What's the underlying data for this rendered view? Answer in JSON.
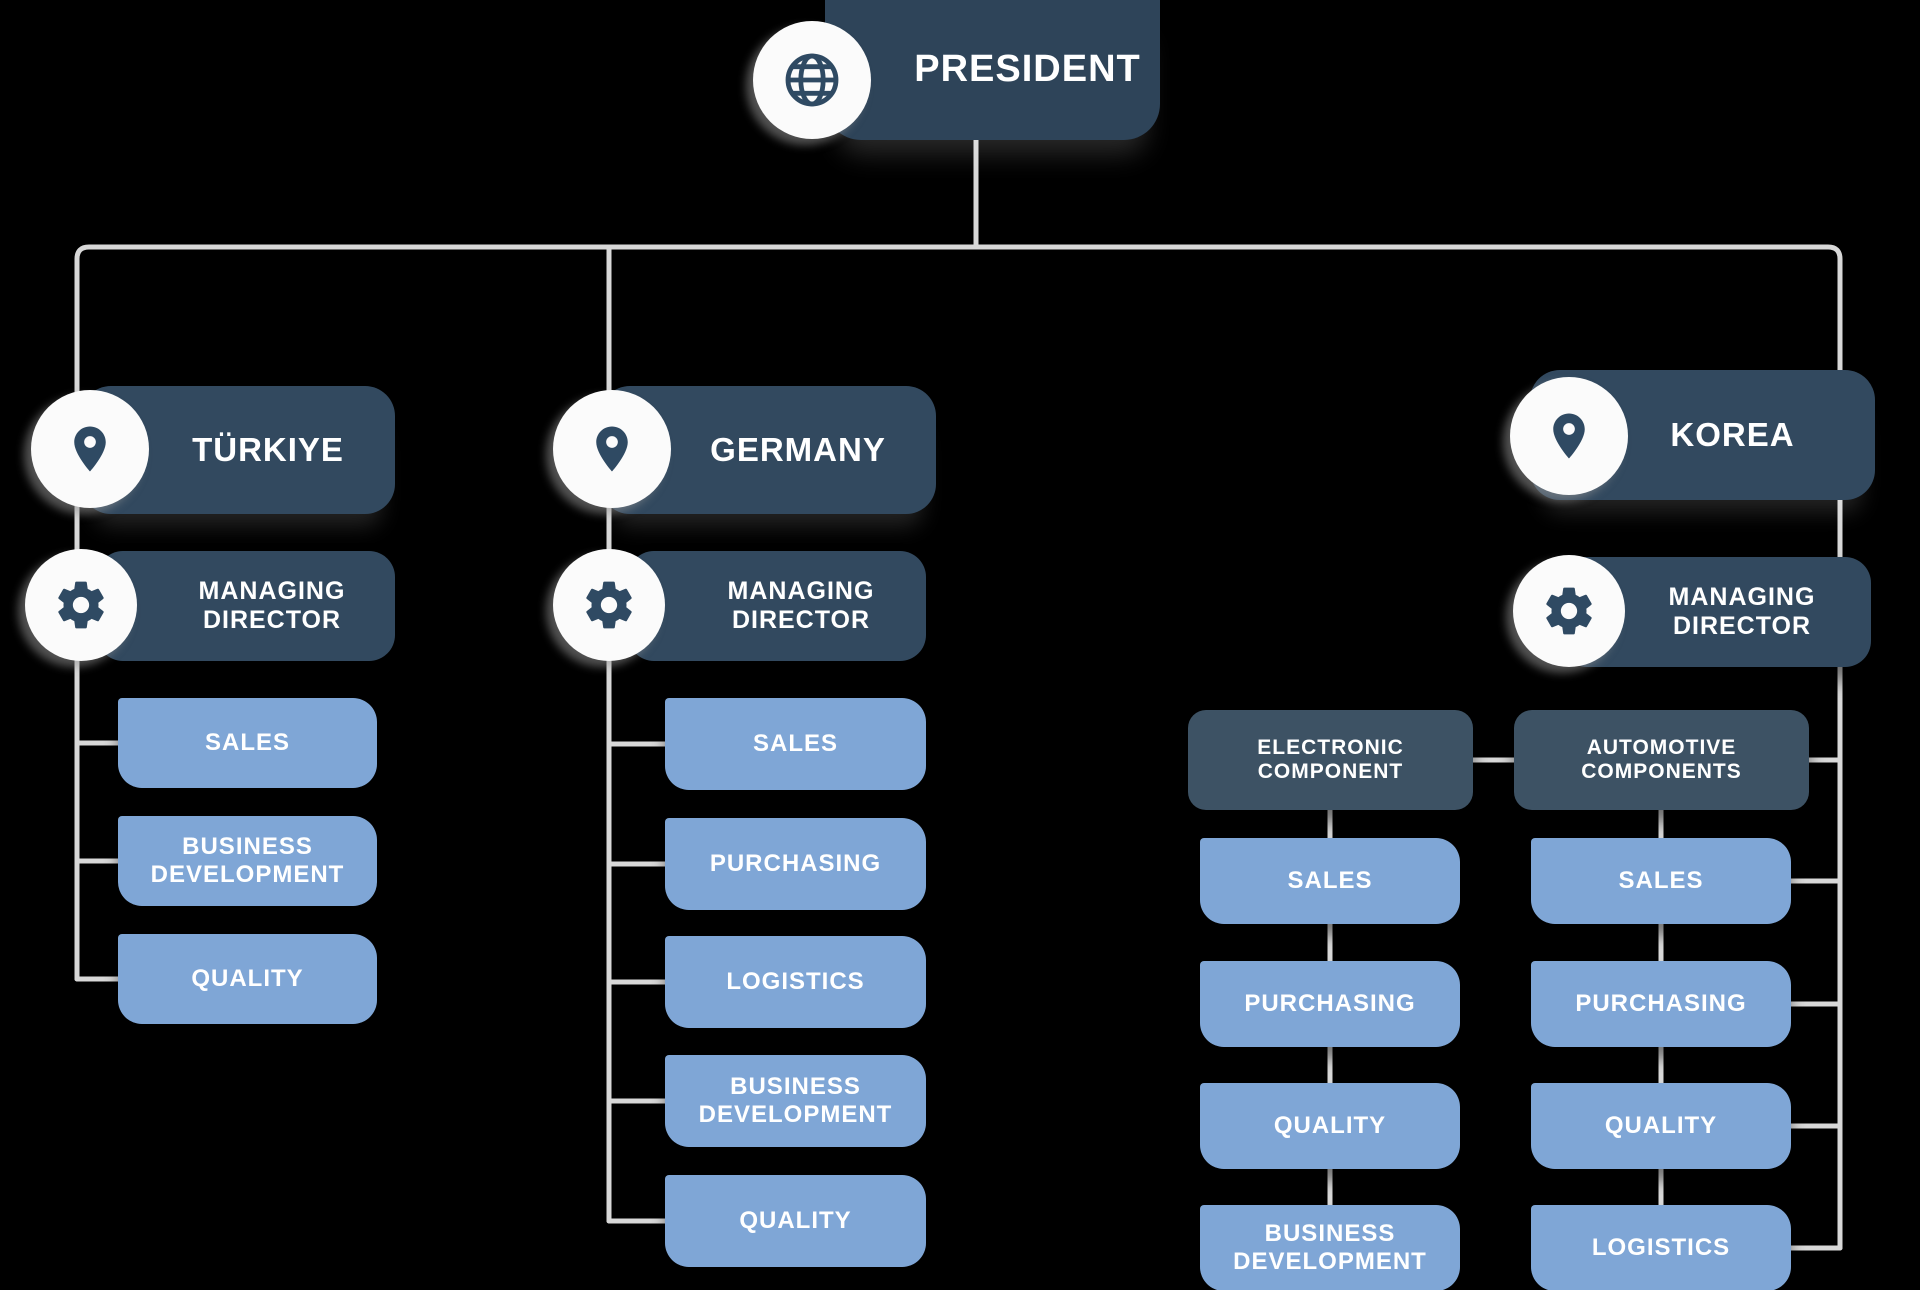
{
  "president": {
    "label": "PRESIDENT"
  },
  "branches": [
    {
      "country": "TÜRKIYE",
      "director": "MANAGING DIRECTOR",
      "departments": [
        "SALES",
        "BUSINESS DEVELOPMENT",
        "QUALITY"
      ]
    },
    {
      "country": "GERMANY",
      "director": "MANAGING DIRECTOR",
      "departments": [
        "SALES",
        "PURCHASING",
        "LOGISTICS",
        "BUSINESS DEVELOPMENT",
        "QUALITY"
      ]
    },
    {
      "country": "KOREA",
      "director": "MANAGING DIRECTOR",
      "divisions": [
        {
          "name": "ELECTRONIC COMPONENT",
          "departments": [
            "SALES",
            "PURCHASING",
            "QUALITY",
            "BUSINESS DEVELOPMENT"
          ]
        },
        {
          "name": "AUTOMOTIVE COMPONENTS",
          "departments": [
            "SALES",
            "PURCHASING",
            "QUALITY",
            "LOGISTICS"
          ]
        }
      ]
    }
  ],
  "icons": {
    "president": "globe-icon",
    "country": "location-pin-icon",
    "director": "gear-icon"
  },
  "colors": {
    "background": "#000000",
    "dark_box": "#32495f",
    "division_box": "#3d5264",
    "light_box": "#7fa6d6",
    "line": "#d8d8d8",
    "circle": "#fbfbfb",
    "icon": "#2f4a63",
    "text": "#ffffff"
  }
}
